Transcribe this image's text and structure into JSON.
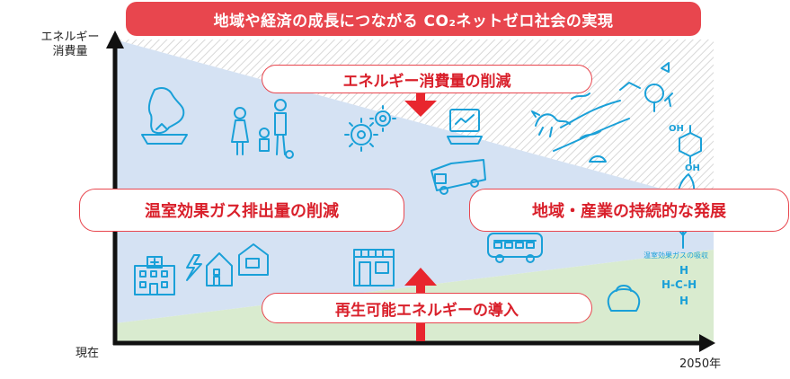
{
  "banner": {
    "text": "地域や経済の成長につながる CO₂ネットゼロ社会の実現"
  },
  "y_axis": {
    "label_line1": "エネルギー",
    "label_line2": "消費量"
  },
  "x_axis": {
    "start_label": "現在",
    "end_label": "2050年"
  },
  "bands": {
    "top": "エネルギー消費量の削減",
    "left": "温室効果ガス排出量の削減",
    "right": "地域・産業の持続的な発展",
    "bottom": "再生可能エネルギーの導入"
  },
  "annotations": {
    "absorb": "温室効果ガスの吸収",
    "methane_h1": "H",
    "methane_row": "H-C-H",
    "methane_h2": "H",
    "oh_top": "OH",
    "oh_bottom": "OH"
  },
  "colors": {
    "accent_red": "#e8464e",
    "region_blue": "#d5e2f3",
    "region_green": "#d9ebcf",
    "icon_blue": "#1aa0d8"
  }
}
